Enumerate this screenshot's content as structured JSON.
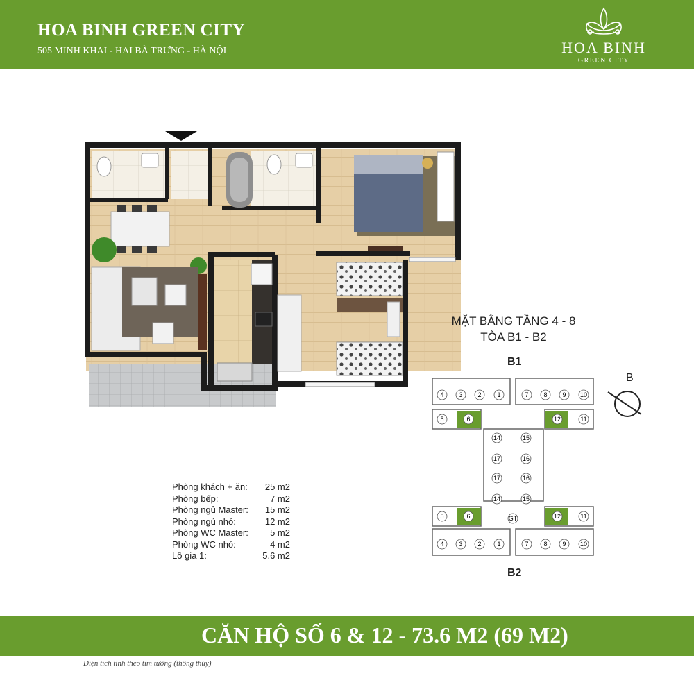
{
  "header": {
    "title": "HOA BINH GREEN CITY",
    "address": "505 MINH KHAI - HAI BÀ TRƯNG - HÀ NỘI",
    "logo_name": "HOA BINH",
    "logo_sub": "GREEN CITY",
    "bg_color": "#699d2e"
  },
  "floor_plan_title": {
    "line1": "MẶT BẰNG TẦNG 4 - 8",
    "line2": "TÒA B1 - B2"
  },
  "key_plan": {
    "tower_top": "B1",
    "tower_bottom": "B2",
    "compass": "B",
    "core_label": "GT",
    "highlight_color": "#699d2e",
    "top_row_left": [
      "4",
      "3",
      "2",
      "1"
    ],
    "top_row_right": [
      "7",
      "8",
      "9",
      "10"
    ],
    "top_wing": [
      "5",
      "6",
      "12",
      "11"
    ],
    "core_upper": [
      "14",
      "15",
      "17",
      "16"
    ],
    "core_lower": [
      "17",
      "16",
      "14",
      "15"
    ],
    "bottom_wing": [
      "5",
      "6",
      "12",
      "11"
    ],
    "bottom_row_left": [
      "4",
      "3",
      "2",
      "1"
    ],
    "bottom_row_right": [
      "7",
      "8",
      "9",
      "10"
    ],
    "highlighted_units": [
      "6",
      "12"
    ]
  },
  "areas": [
    {
      "name": "Phòng khách + ăn:",
      "value": "25 m2"
    },
    {
      "name": "Phòng bếp:",
      "value": "7 m2"
    },
    {
      "name": "Phòng ngủ Master:",
      "value": "15 m2"
    },
    {
      "name": "Phòng ngủ nhỏ:",
      "value": "12 m2"
    },
    {
      "name": "Phòng WC Master:",
      "value": "5 m2"
    },
    {
      "name": "Phòng WC nhỏ:",
      "value": "4 m2"
    },
    {
      "name": "Lô gia 1:",
      "value": "5.6 m2"
    }
  ],
  "footer": {
    "title": "CĂN HỘ SỐ 6 & 12 - 73.6 M2 (69 M2)"
  },
  "note": "Diện tích tính theo tim tường (thông thủy)"
}
